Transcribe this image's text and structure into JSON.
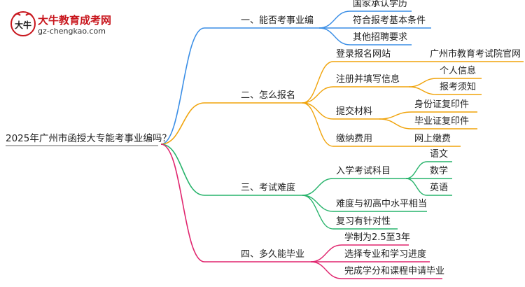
{
  "logo": {
    "title": "大牛教育成考网",
    "url": "gz-chengkao.com",
    "mark_text": "大牛"
  },
  "colors": {
    "blue": "#3a8ee6",
    "orange": "#f0a30a",
    "green": "#27b36b",
    "magenta": "#e0256e",
    "root": "#999999"
  },
  "mindmap": {
    "root": "2025年广州市函授大专能考事业编吗？",
    "branches": [
      {
        "color": "blue",
        "label": "一、能否考事业编",
        "children": [
          {
            "label": "国家承认学历"
          },
          {
            "label": "符合报考基本条件"
          },
          {
            "label": "其他招聘要求"
          }
        ]
      },
      {
        "color": "orange",
        "label": "二、怎么报名",
        "children": [
          {
            "label": "登录报名网站",
            "children": [
              {
                "label": "广州市教育考试院官网"
              }
            ]
          },
          {
            "label": "注册并填写信息",
            "children": [
              {
                "label": "个人信息"
              },
              {
                "label": "报考须知"
              }
            ]
          },
          {
            "label": "提交材料",
            "children": [
              {
                "label": "身份证复印件"
              },
              {
                "label": "毕业证复印件"
              }
            ]
          },
          {
            "label": "缴纳费用",
            "children": [
              {
                "label": "网上缴费"
              }
            ]
          }
        ]
      },
      {
        "color": "green",
        "label": "三、考试难度",
        "children": [
          {
            "label": "入学考试科目",
            "children": [
              {
                "label": "语文"
              },
              {
                "label": "数学"
              },
              {
                "label": "英语"
              }
            ]
          },
          {
            "label": "难度与初高中水平相当"
          },
          {
            "label": "复习有针对性"
          }
        ]
      },
      {
        "color": "magenta",
        "label": "四、多久能毕业",
        "children": [
          {
            "label": "学制为2.5至3年"
          },
          {
            "label": "选择专业和学习进度"
          },
          {
            "label": "完成学分和课程申请毕业"
          }
        ]
      }
    ]
  }
}
